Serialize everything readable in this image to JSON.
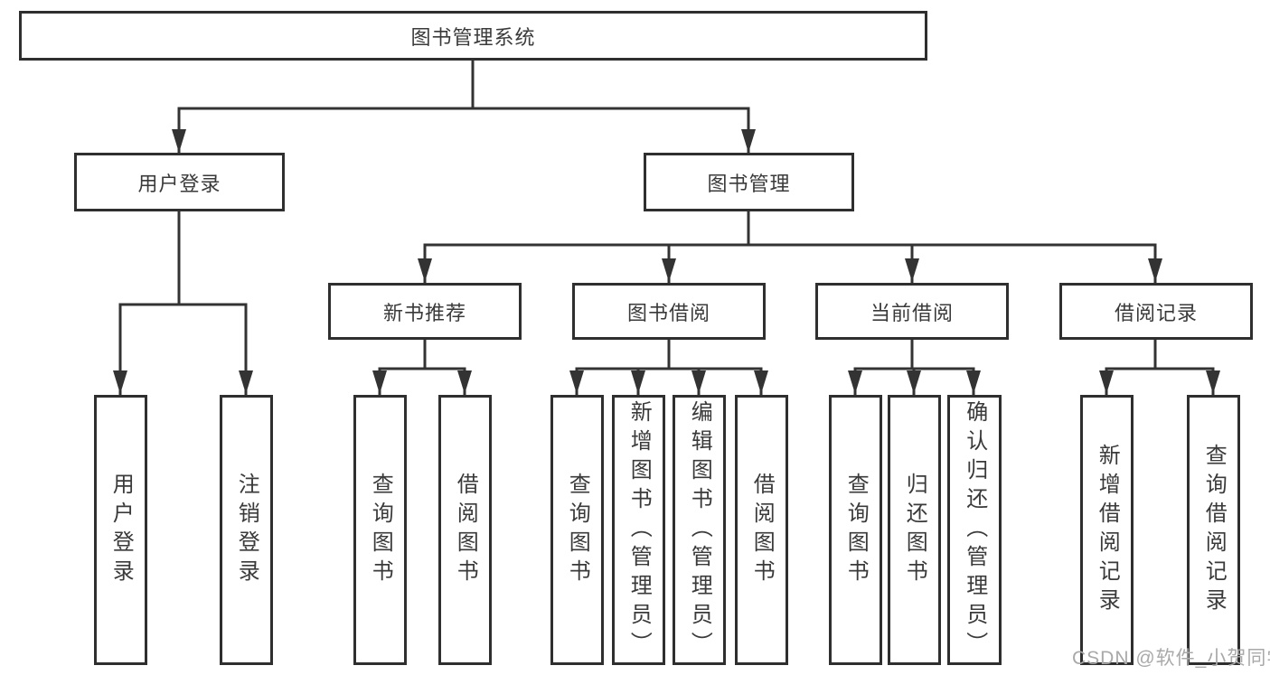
{
  "tree": {
    "root": {
      "label": "图书管理系统",
      "children": [
        {
          "label": "用户登录",
          "children": [
            {
              "label": "用户登录"
            },
            {
              "label": "注销登录"
            }
          ]
        },
        {
          "label": "图书管理",
          "children": [
            {
              "label": "新书推荐",
              "children": [
                {
                  "label": "查询图书"
                },
                {
                  "label": "借阅图书"
                }
              ]
            },
            {
              "label": "图书借阅",
              "children": [
                {
                  "label": "查询图书"
                },
                {
                  "label": "新增图书（管理员）"
                },
                {
                  "label": "编辑图书（管理员）"
                },
                {
                  "label": "借阅图书"
                }
              ]
            },
            {
              "label": "当前借阅",
              "children": [
                {
                  "label": "查询图书"
                },
                {
                  "label": "归还图书"
                },
                {
                  "label": "确认归还（管理员）"
                }
              ]
            },
            {
              "label": "借阅记录",
              "children": [
                {
                  "label": "新增借阅记录"
                },
                {
                  "label": "查询借阅记录"
                }
              ]
            }
          ]
        }
      ]
    }
  },
  "watermark": {
    "text": "CSDN @软件_小贺同学"
  },
  "colors": {
    "line": "#333333",
    "box_border": "#2f2f2f",
    "text": "#3a3a3a",
    "background": "#ffffff",
    "watermark": "#a9a9a9"
  }
}
